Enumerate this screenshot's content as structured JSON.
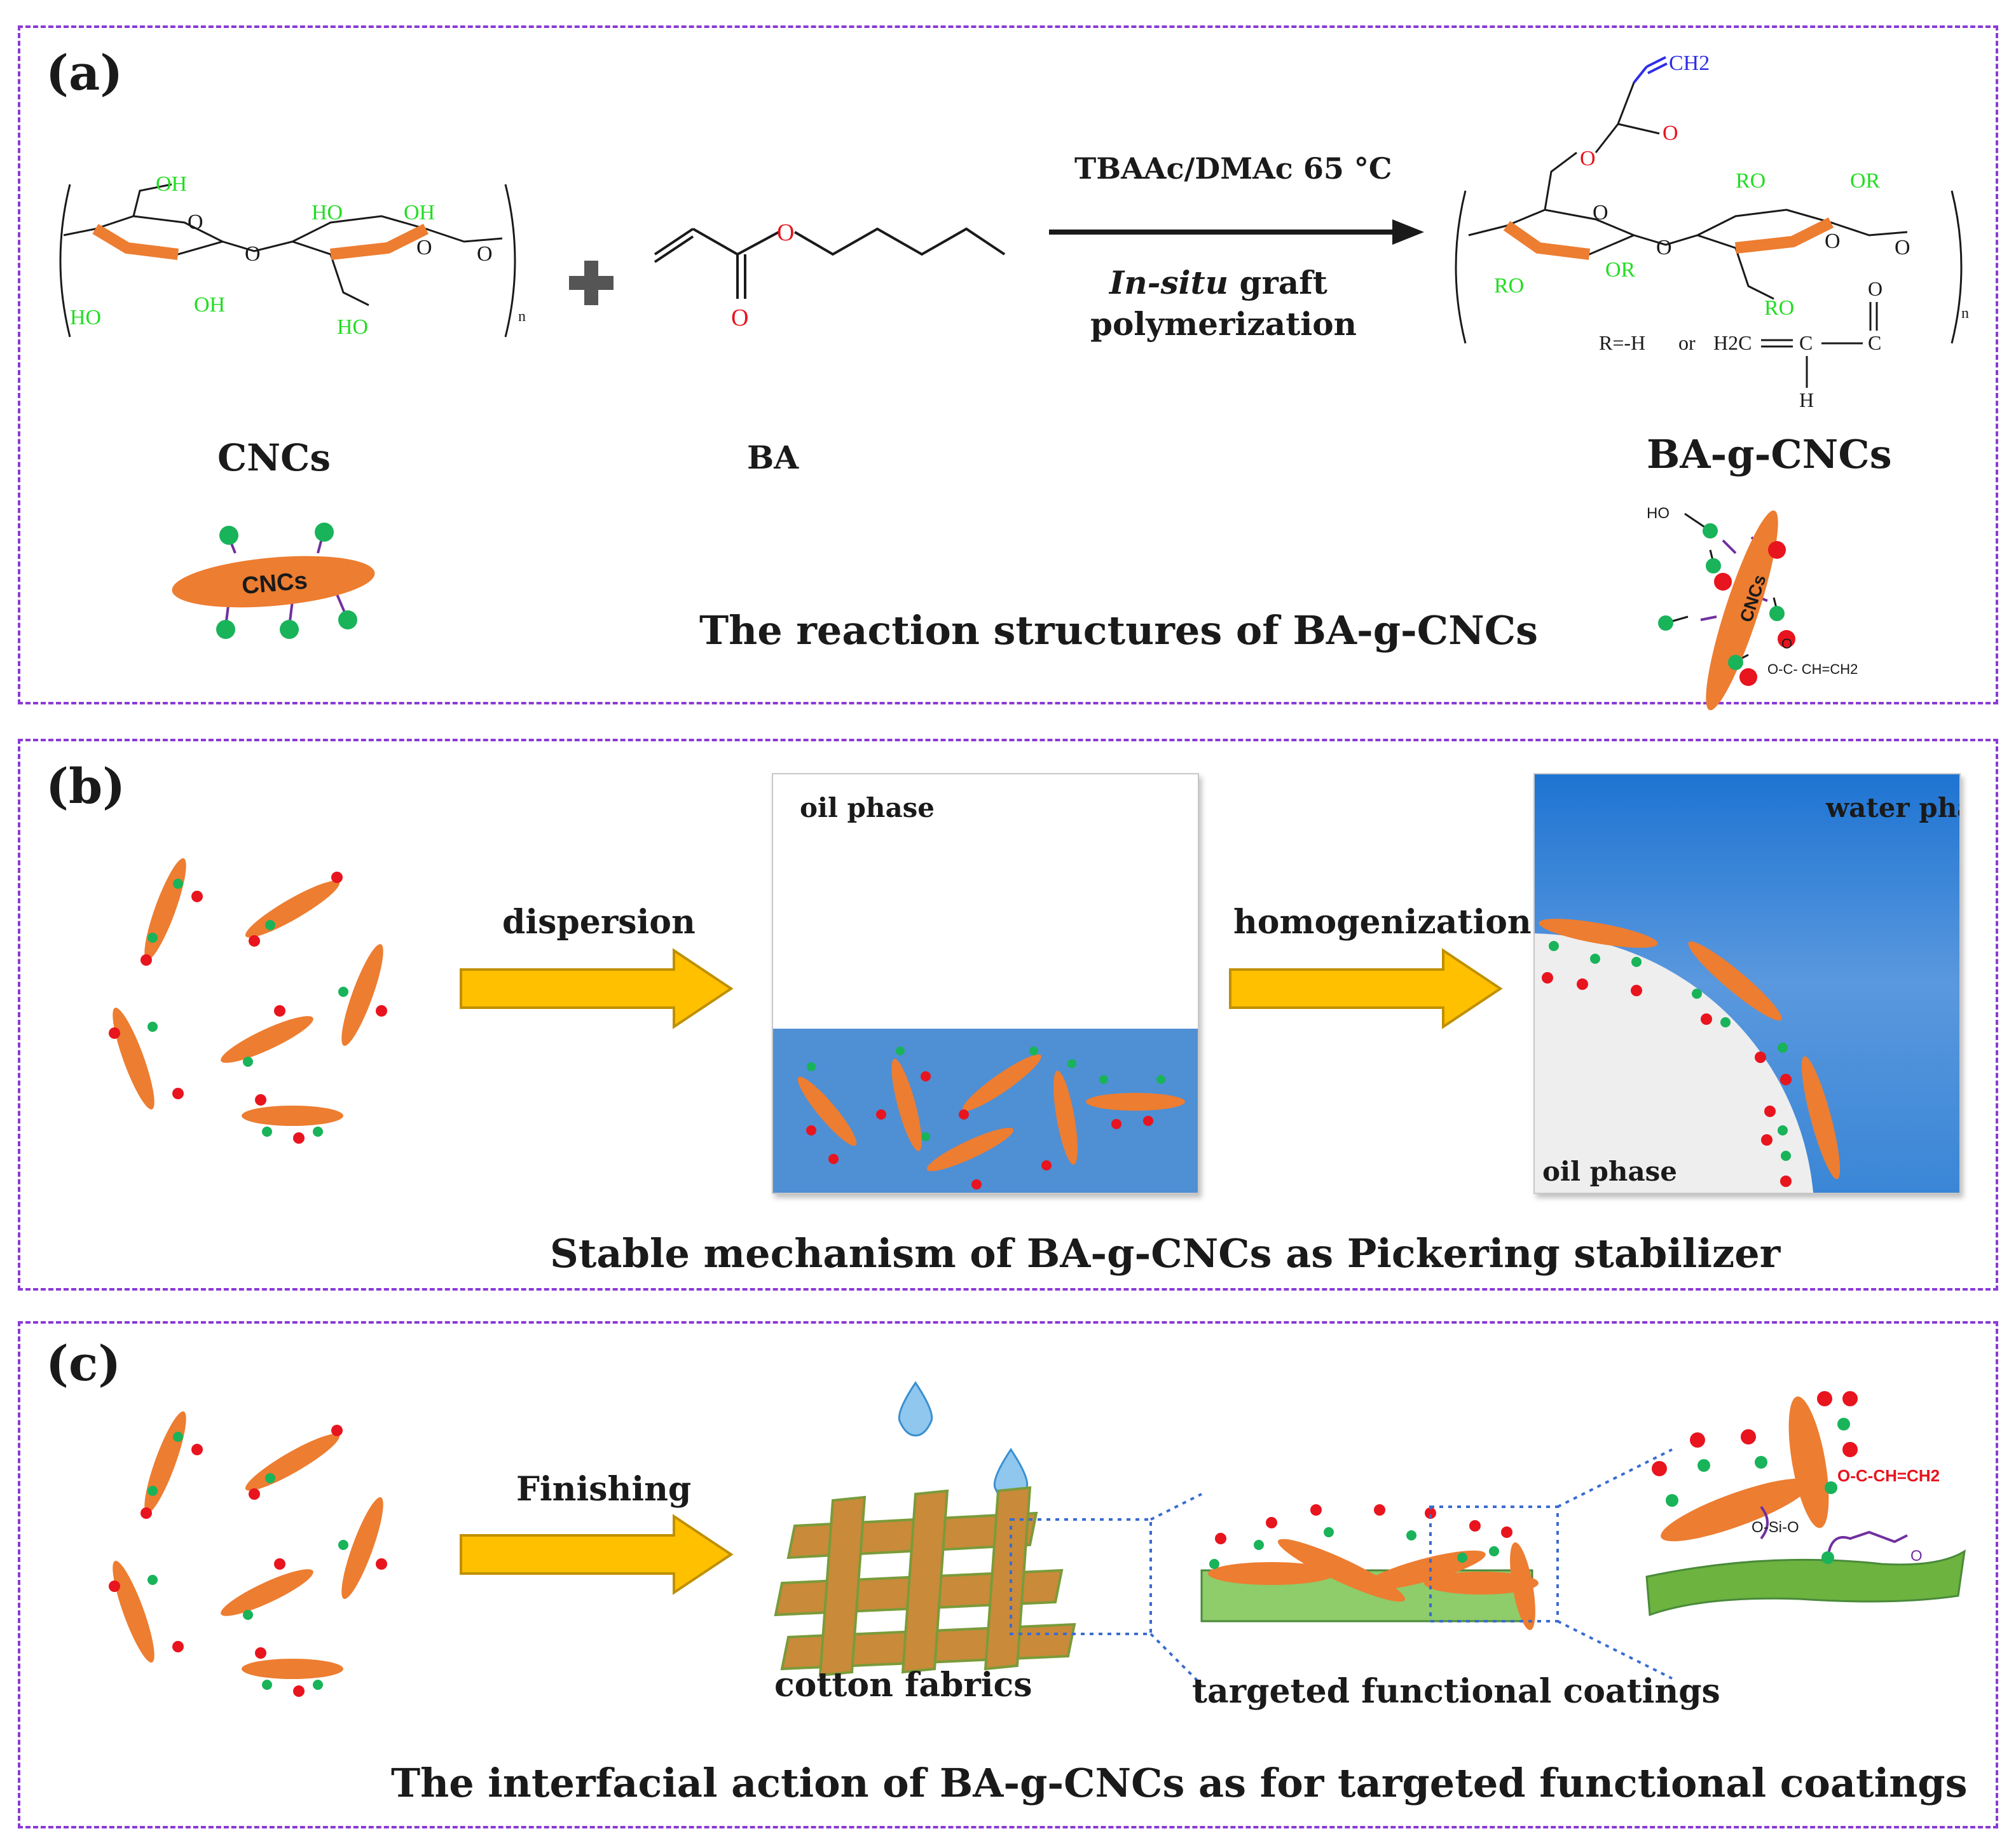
{
  "panel_a": {
    "label": "(a)",
    "conditions": "TBAAc/DMAc  65 °C",
    "method_italic": "In-situ",
    "method_rest": " graft",
    "method_line2": "polymerization",
    "cncs_name": "CNCs",
    "ba_name": "BA",
    "product_name": "BA-g-CNCs",
    "cnc_rod_label": "CNCs",
    "rod_label_product": "CNCs",
    "caption": "The reaction structures of BA-g-CNCs",
    "chem": {
      "oh": "OH",
      "ho": "HO",
      "o": "O",
      "n": "n",
      "ch2": "CH2",
      "ro": "RO",
      "or": "OR",
      "r_def": "R=-H",
      "or_word": "or",
      "h2c": "H2C",
      "c": "C",
      "h": "H",
      "ho_small": "HO",
      "ester_small": "O-C- CH=CH2"
    }
  },
  "panel_b": {
    "label": "(b)",
    "arrow1": "dispersion",
    "arrow2": "homogenization",
    "box1_label": "oil phase",
    "box2_top": "water phase",
    "box2_bottom": "oil phase",
    "caption": "Stable mechanism of BA-g-CNCs as Pickering stabilizer"
  },
  "panel_c": {
    "label": "(c)",
    "arrow": "Finishing",
    "fabric_label": "cotton fabrics",
    "coating_label": "targeted functional  coatings",
    "detail_ester": "O-C-CH=CH2",
    "detail_sio": "O-Si-O",
    "caption": "The interfacial action of BA-g-CNCs as for targeted functional  coatings"
  },
  "colors": {
    "border": "#8a3ad6",
    "rod": "#ed7d31",
    "green_dot": "#19b35a",
    "red_dot": "#e8141e",
    "purple_bond": "#7030a0",
    "arrow_fill": "#ffc000",
    "arrow_stroke": "#bf9000",
    "water_blue": "#4f8fd4",
    "fiber_green": "#6cb33f",
    "hydroxyl_green": "#22dd22",
    "chem_orange": "#ed7d31"
  }
}
